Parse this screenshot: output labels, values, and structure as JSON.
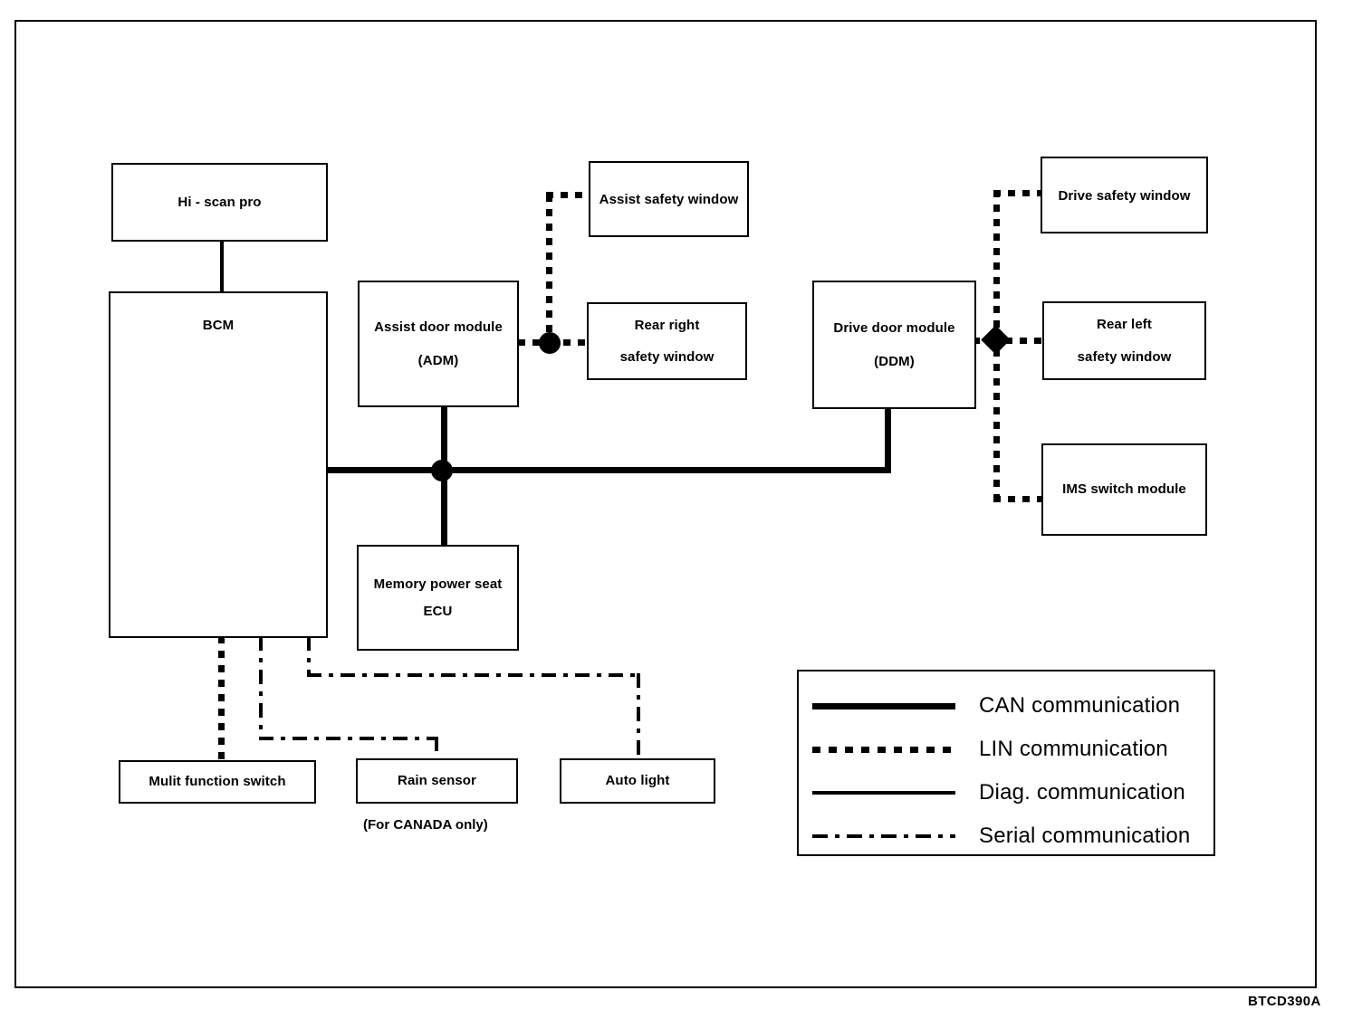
{
  "diagram": {
    "figure_code": "BTCD390A",
    "nodes": {
      "hi_scan_pro": {
        "label": "Hi - scan pro"
      },
      "bcm": {
        "label": "BCM"
      },
      "adm": {
        "line1": "Assist door module",
        "line2": "(ADM)"
      },
      "ddm": {
        "line1": "Drive door module",
        "line2": "(DDM)"
      },
      "memory_power_seat_ecu": {
        "line1": "Memory power seat",
        "line2": "ECU"
      },
      "assist_safety_window": {
        "label": "Assist safety window"
      },
      "rear_right_safety_window": {
        "line1": "Rear right",
        "line2": "safety window"
      },
      "drive_safety_window": {
        "label": "Drive safety window"
      },
      "rear_left_safety_window": {
        "line1": "Rear left",
        "line2": "safety window"
      },
      "ims_switch_module": {
        "label": "IMS switch module"
      },
      "multi_function_switch": {
        "label": "Mulit function switch"
      },
      "rain_sensor": {
        "label": "Rain sensor",
        "note": "(For CANADA only)"
      },
      "auto_light": {
        "label": "Auto light"
      }
    },
    "legend": {
      "items": [
        {
          "line_style": "thick-solid",
          "label": "CAN communication"
        },
        {
          "line_style": "square-dotted",
          "label": "LIN communication"
        },
        {
          "line_style": "thin-solid",
          "label": "Diag. communication"
        },
        {
          "line_style": "dash-dot",
          "label": "Serial communication"
        }
      ]
    },
    "colors": {
      "line": "#000000",
      "background": "#ffffff"
    }
  }
}
